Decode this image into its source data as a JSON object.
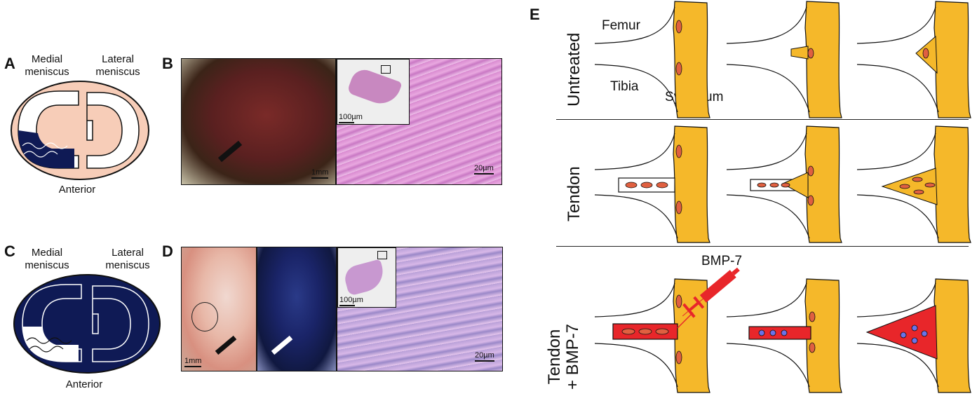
{
  "panels": {
    "A": {
      "letter": "A",
      "label_medial": "Medial\nmeniscus",
      "label_lateral": "Lateral\nmeniscus",
      "label_anterior": "Anterior"
    },
    "B": {
      "letter": "B",
      "scale_photo": "1mm",
      "scale_inset": "100µm",
      "scale_histo": "20µm"
    },
    "C": {
      "letter": "C",
      "label_medial": "Medial\nmeniscus",
      "label_lateral": "Lateral\nmeniscus",
      "label_anterior": "Anterior"
    },
    "D": {
      "letter": "D",
      "scale_photo": "1mm",
      "scale_inset": "100µm",
      "scale_histo": "20µm"
    },
    "E": {
      "letter": "E",
      "rows": [
        {
          "label": "Untreated",
          "femur": "Femur",
          "tibia": "Tibia",
          "synovium": "Synovium"
        },
        {
          "label": "Tendon"
        },
        {
          "label": "Tendon\n+ BMP-7",
          "line1": "Tendon",
          "line2": "+ BMP-7",
          "injection": "BMP-7"
        }
      ]
    }
  },
  "colors": {
    "meniscus_fill": "#f7cdb8",
    "navy": "#0f1a55",
    "synovium": "#f5b82a",
    "cell": "#e06040",
    "red": "#e8262a",
    "blue_cell": "#6a72e8"
  }
}
